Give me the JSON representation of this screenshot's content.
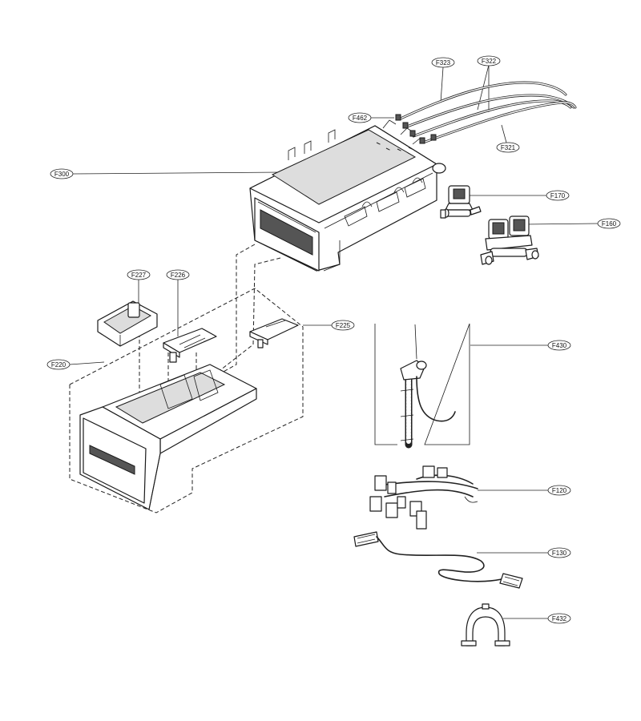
{
  "labels": {
    "F323": "F323",
    "F322": "F322",
    "F462": "F462",
    "F321": "F321",
    "F300": "F300",
    "F170": "F170",
    "F160": "F160",
    "F227": "F227",
    "F226": "F226",
    "F225": "F225",
    "F220": "F220",
    "F430": "F430",
    "F120": "F120",
    "F130": "F130",
    "F432": "F432"
  }
}
